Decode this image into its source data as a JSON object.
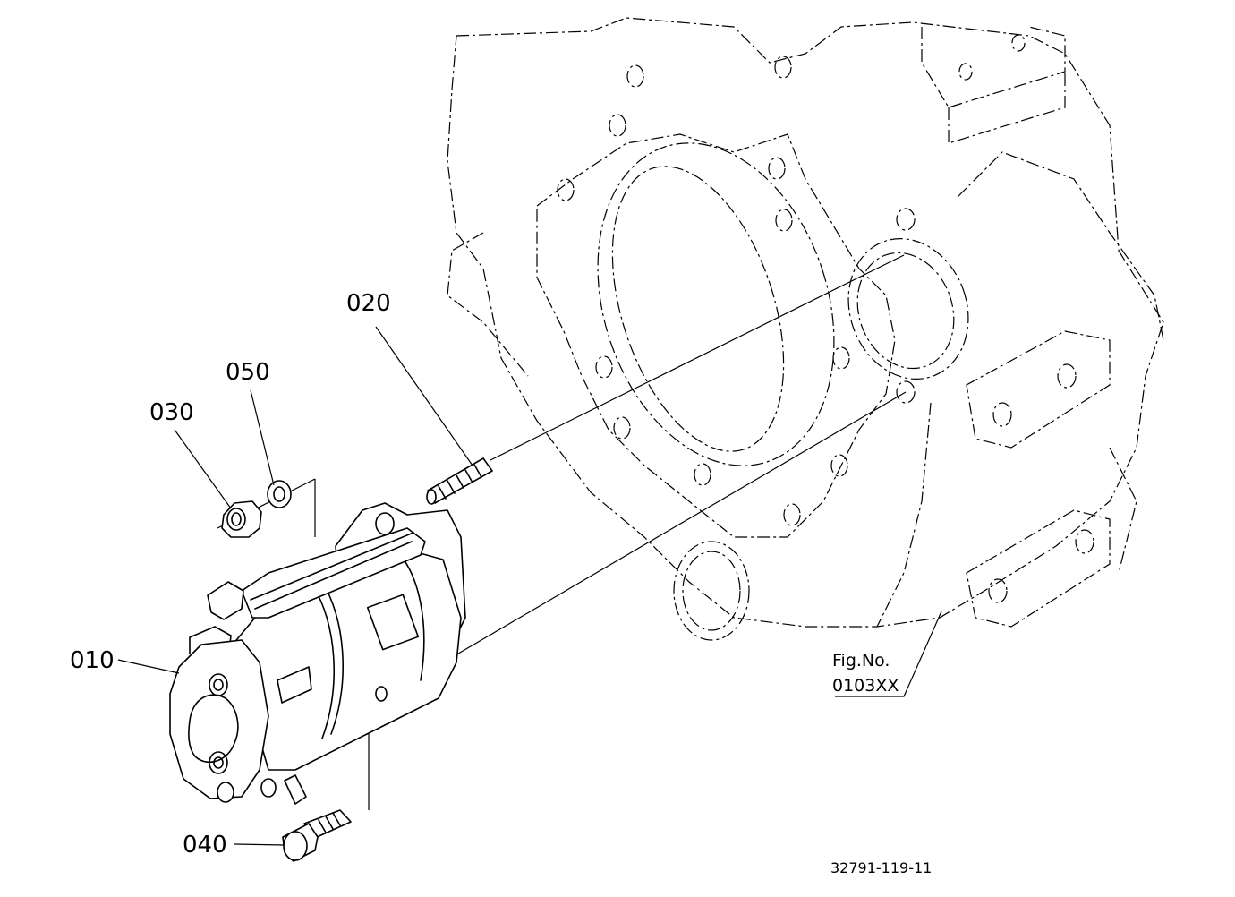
{
  "diagram": {
    "part_labels": [
      {
        "id": "010",
        "text": "010"
      },
      {
        "id": "020",
        "text": "020"
      },
      {
        "id": "030",
        "text": "030"
      },
      {
        "id": "040",
        "text": "040"
      },
      {
        "id": "050",
        "text": "050"
      }
    ],
    "figure_ref": {
      "line1": "Fig.No.",
      "line2": "0103XX"
    },
    "drawing_number": "32791-119-11"
  }
}
